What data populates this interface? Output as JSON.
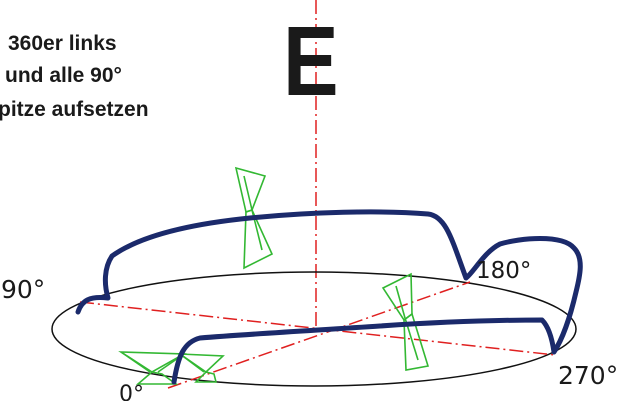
{
  "instruction": {
    "line1": "360er links",
    "line2": "und alle 90°",
    "line3": "pitze aufsetzen"
  },
  "axis_letter": "E",
  "angle_labels": {
    "a0": "0°",
    "a90": "90°",
    "a180": "180°",
    "a270": "270°"
  },
  "colors": {
    "path": "#1b2a6b",
    "axis": "#e02020",
    "marker": "#33b833",
    "ellipse": "#111111",
    "text": "#1a1a1a"
  },
  "markers": [
    "upright-marker",
    "right-marker",
    "front-marker-left",
    "front-marker-right"
  ]
}
